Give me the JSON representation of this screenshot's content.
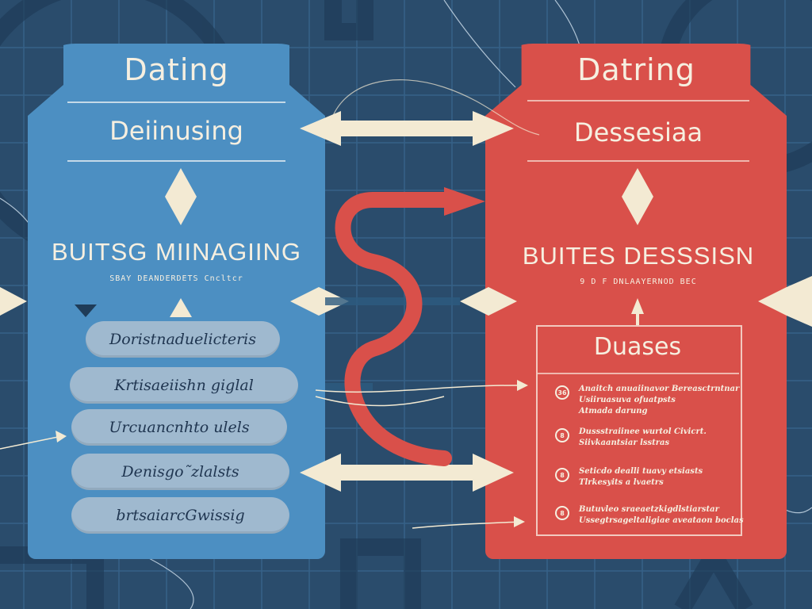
{
  "colors": {
    "background": "#2a4c6c",
    "blue_panel": "#4c8fc2",
    "red_panel": "#d9504a",
    "cream": "#f6efe0",
    "pill": "#9fb9cf"
  },
  "left_panel": {
    "title": "Dating",
    "subtitle": "Deiinusing",
    "heading": "BUITSG MIINAGIING",
    "caption": "SBAY DEANDERDETS Cncltcr",
    "pills": [
      "Doristnaduelicteris",
      "Krtisaeiishn giglal",
      "Urcuancnhto ulels",
      "Denisgo˜zlalsts",
      "brtsaiarcGwissig"
    ]
  },
  "right_panel": {
    "title": "Datring",
    "subtitle": "Dessesiaa",
    "heading": "BUITES DESSSISN",
    "caption": "9 D F DNLAAYERNOD BEC",
    "box_title": "Duases",
    "items": [
      {
        "icon": "36",
        "text": "Anaitch anuaiinavor Bereasctrntnar\nUsiiruasuva ofuatpsts\nAtmada darung"
      },
      {
        "icon": "8",
        "text": "Dussstraiinee wurtol Civicrt.\nSiivkaantsiar lsstras"
      },
      {
        "icon": "8",
        "text": "Seticdo dealli tuavy etsiasts\nTlrkesyits a lvaetrs"
      },
      {
        "icon": "8",
        "text": "Butuvleo sraeaetzkigdlstiarstar\nUssegtrsageltaligiae aveataon boclas"
      }
    ]
  },
  "icons": [
    "double-arrow-icon",
    "diamond-icon",
    "curved-arrow-icon",
    "pointer-arrow-icon"
  ]
}
